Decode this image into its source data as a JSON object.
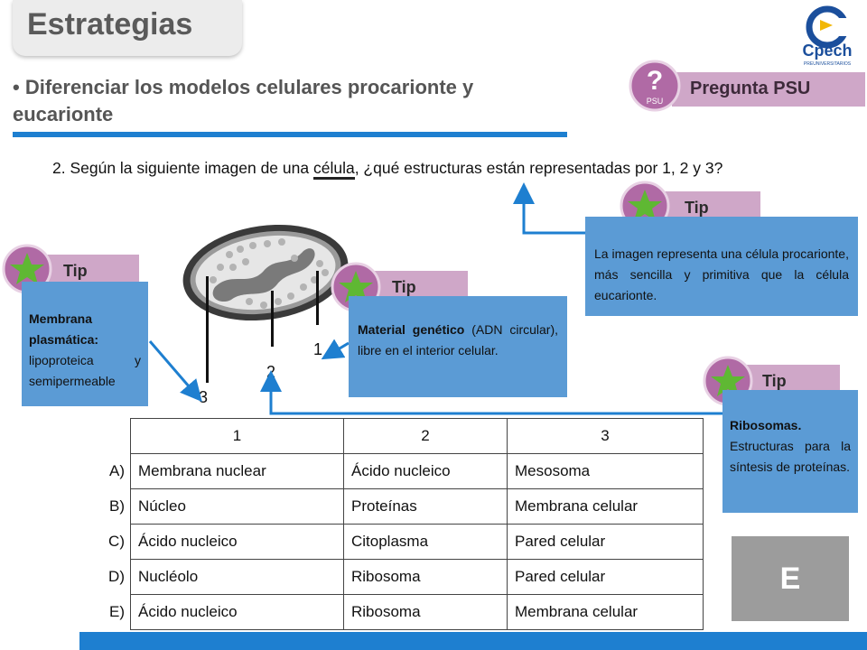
{
  "header": {
    "title": "Estrategias"
  },
  "objective": {
    "text": "Diferenciar los modelos celulares procarionte y eucarionte"
  },
  "badge": {
    "label": "Pregunta PSU",
    "icon_text": "PSU"
  },
  "logo": {
    "text": "Cpech",
    "subtext": "PREUNIVERSITARIOS"
  },
  "question": {
    "before": "2. Según la siguiente imagen de una ",
    "keyword": "célula",
    "after": ", ¿qué estructuras están representadas por 1, 2 y 3?"
  },
  "figure": {
    "labels": [
      "1",
      "2",
      "3"
    ]
  },
  "tips": [
    {
      "label": "Tip",
      "bold": "",
      "text": "La imagen representa una célula procarionte, más sencilla y primitiva que la  célula eucarionte."
    },
    {
      "label": "Tip",
      "bold": "Membrana plasmática:",
      "text": " lipoproteica y semipermeable"
    },
    {
      "label": "Tip",
      "bold": "Material genético",
      "text": " (ADN circular), libre en el interior celular."
    },
    {
      "label": "Tip",
      "bold": "Ribosomas.",
      "text": " Estructuras para la síntesis de proteínas."
    }
  ],
  "table": {
    "headers": [
      "1",
      "2",
      "3"
    ],
    "rows": [
      {
        "option": "A)",
        "c1": "Membrana  nuclear",
        "c2": "Ácido nucleico",
        "c3": "Mesosoma"
      },
      {
        "option": "B)",
        "c1": "Núcleo",
        "c2": "Proteínas",
        "c3": "Membrana celular"
      },
      {
        "option": "C)",
        "c1": "Ácido nucleico",
        "c2": "Citoplasma",
        "c3": "Pared celular"
      },
      {
        "option": "D)",
        "c1": "Nucléolo",
        "c2": "Ribosoma",
        "c3": "Pared celular"
      },
      {
        "option": "E)",
        "c1": "Ácido nucleico",
        "c2": "Ribosoma",
        "c3": "Membrana celular"
      }
    ]
  },
  "answer": {
    "letter": "E"
  },
  "colors": {
    "accent_blue": "#1e7fd0",
    "tip_purple": "#cfa7c8",
    "tip_body": "#5b9bd5",
    "answer_gray": "#9c9c9c"
  }
}
